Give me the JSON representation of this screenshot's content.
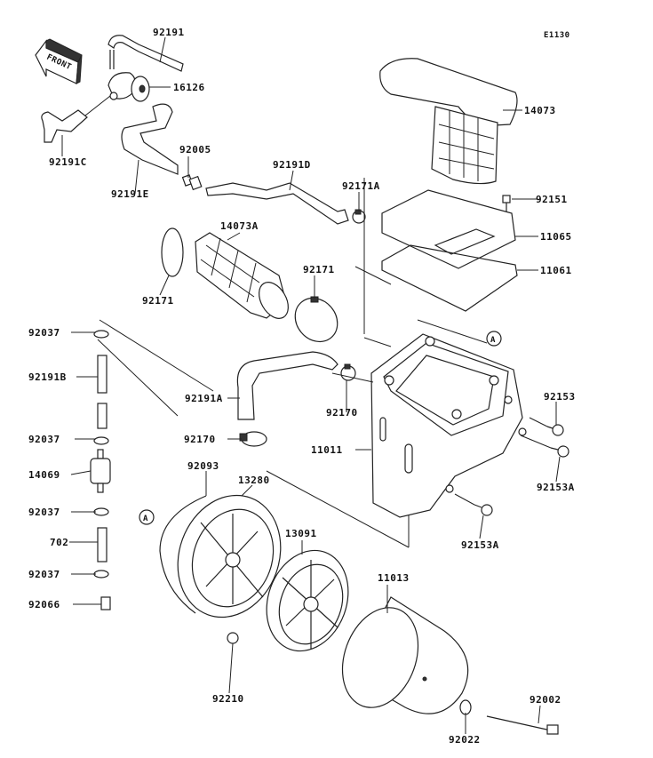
{
  "diagram_code": "E1130",
  "front_arrow_label": "FRONT",
  "reference_marks": [
    "A",
    "A"
  ],
  "part_labels": {
    "p92191": "92191",
    "p16126": "16126",
    "p92191C": "92191C",
    "p92191E": "92191E",
    "p92005": "92005",
    "p92191D": "92191D",
    "p92171A": "92171A",
    "p14073": "14073",
    "p92151": "92151",
    "p11065": "11065",
    "p11061": "11061",
    "p14073A": "14073A",
    "p92171_left": "92171",
    "p92171_mid": "92171",
    "p92037_1": "92037",
    "p92191B": "92191B",
    "p92037_2": "92037",
    "p14069": "14069",
    "p92037_3": "92037",
    "p702": "702",
    "p92037_4": "92037",
    "p92066": "92066",
    "p92191A": "92191A",
    "p92170_mid": "92170",
    "p92170_low": "92170",
    "p11011": "11011",
    "p92153": "92153",
    "p92153A_right": "92153A",
    "p92153A_low": "92153A",
    "p92093": "92093",
    "p13280": "13280",
    "p13091": "13091",
    "p11013": "11013",
    "p92210": "92210",
    "p92002": "92002",
    "p92022": "92022"
  }
}
